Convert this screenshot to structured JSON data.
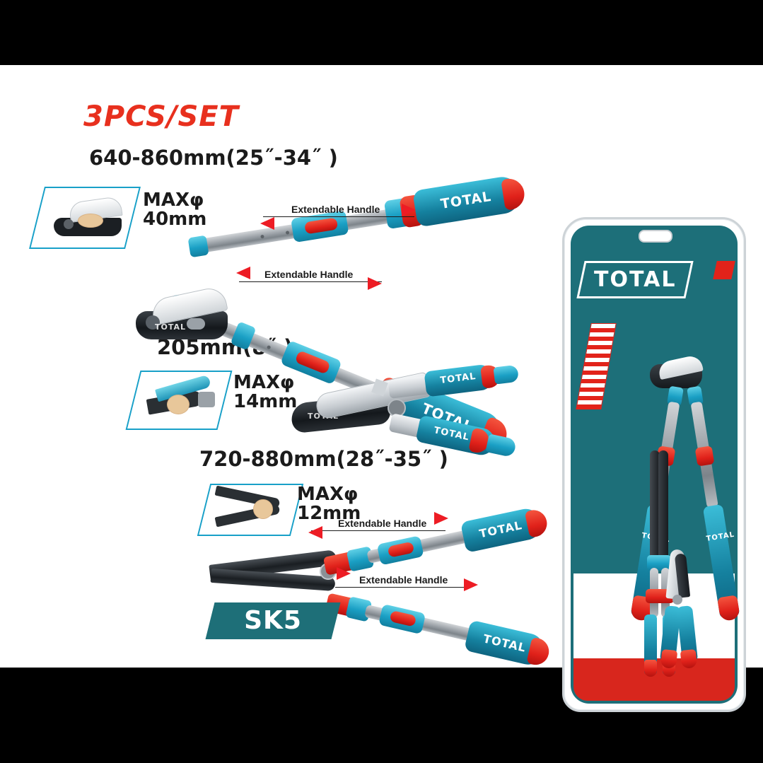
{
  "image": {
    "type": "product-photo",
    "background": "black letterbox bars top and bottom, white product sheet center",
    "brand": "TOTAL"
  },
  "headline": {
    "set_count": "3PCS/SET",
    "color": "#e8301e"
  },
  "products": [
    {
      "id": "lopper",
      "name": "Extendable Bypass Lopper",
      "dimension_label": "640-860mm(25˝-34˝ )",
      "capacity_label_line1": "MAXφ",
      "capacity_label_line2": "40mm",
      "handle_annotations": [
        "Extendable Handle",
        "Extendable Handle"
      ]
    },
    {
      "id": "pruner",
      "name": "Bypass Pruning Shear",
      "dimension_label": "205mm(8˝ )",
      "capacity_label_line1": "MAXφ",
      "capacity_label_line2": "14mm",
      "handle_annotations": []
    },
    {
      "id": "hedge-shear",
      "name": "Extendable Hedge Shear",
      "dimension_label": "720-880mm(28˝-35˝ )",
      "capacity_label_line1": "MAXφ",
      "capacity_label_line2": "12mm",
      "handle_annotations": [
        "Extendable Handle",
        "Extendable Handle"
      ]
    }
  ],
  "material_badge": {
    "label": "SK5",
    "background": "#1e6f78",
    "text_color": "#ffffff"
  },
  "packaging": {
    "brand_logo": "TOTAL",
    "card_color": "#1d6f79",
    "accent_color": "#d8261d"
  },
  "tool_logos": {
    "handle_logo": "TOTAL",
    "blade_logo": "TOTAL"
  },
  "colors": {
    "red": "#e2231a",
    "teal": "#18a0c8",
    "dark_teal": "#1d6f79",
    "steel": "#b9bec3",
    "black": "#000000",
    "white": "#ffffff"
  }
}
